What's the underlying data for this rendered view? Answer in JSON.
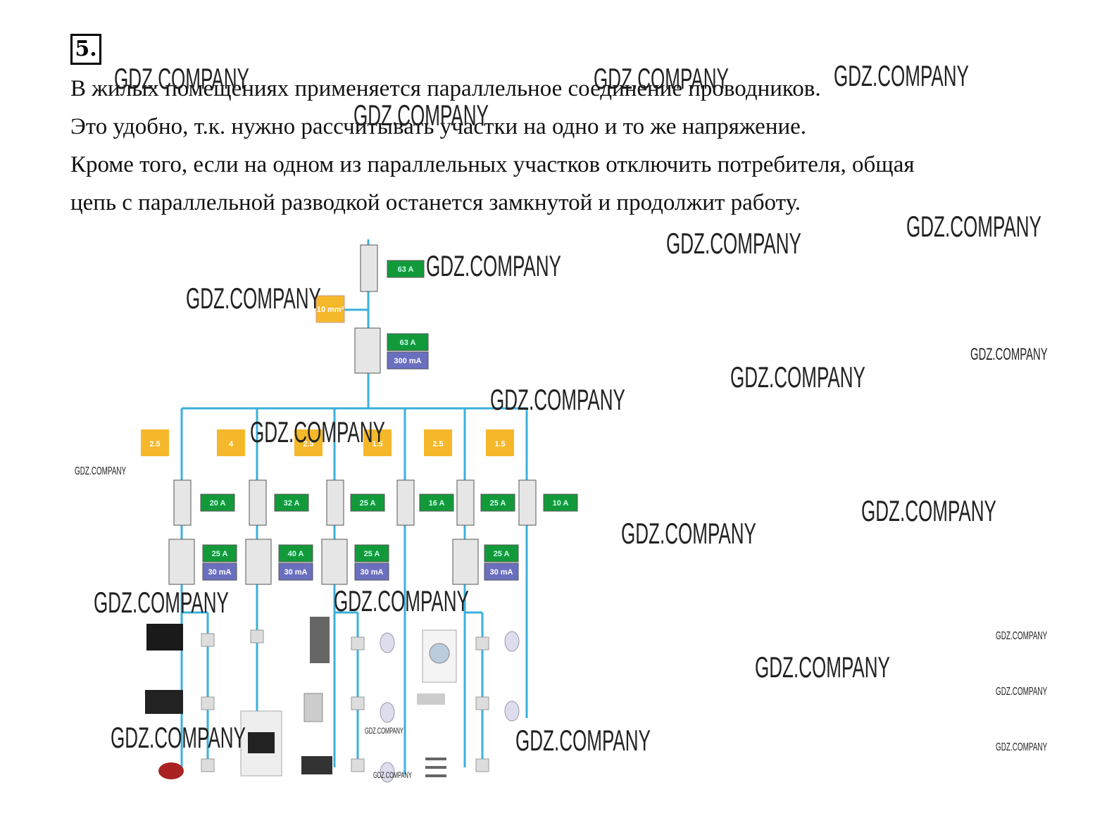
{
  "task_number": "5.",
  "paragraph": [
    "В жилых помещениях применяется параллельное соединение проводников.",
    "Это удобно, т.к. нужно рассчитывать участки на одно и то же напряжение.",
    "Кроме того, если на одном из параллельных участков отключить потребителя, общая",
    "цепь с параллельной разводкой останется замкнутой и продолжит работу."
  ],
  "watermark": "GDZ.COMPANY",
  "diagram": {
    "main_breaker": "63 A",
    "main_cable": "10 mm²",
    "rcd_main": [
      "63 A",
      "300 mA"
    ],
    "cable_sections": [
      "2.5",
      "4",
      "2.5",
      "1.5",
      "2.5",
      "1.5"
    ],
    "branch_breakers": [
      "20 A",
      "32 A",
      "25 A",
      "16 A",
      "25 A",
      "10 A"
    ],
    "branch_rcds": [
      [
        "25 A",
        "30 mA"
      ],
      [
        "40 A",
        "30 mA"
      ],
      [
        "25 A",
        "30 mA"
      ],
      [
        "25 A",
        "30 mA"
      ]
    ]
  },
  "colors": {
    "wire": "#3ab0dc",
    "green": "#129a3a",
    "purple": "#6b6fbf",
    "yellow": "#f5b82a"
  }
}
